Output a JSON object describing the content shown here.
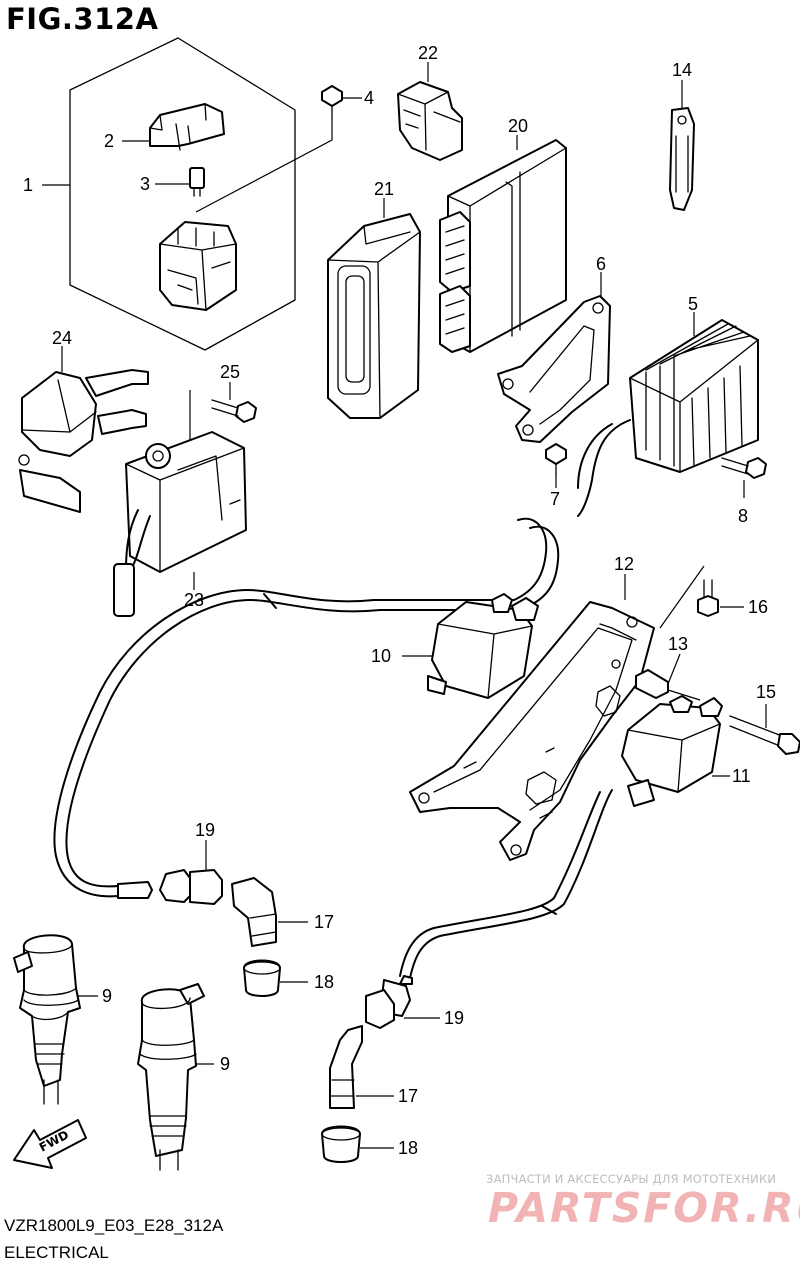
{
  "figure": {
    "title": "FIG.312A",
    "code": "VZR1800L9_E03_E28_312A",
    "description": "ELECTRICAL",
    "direction_label": "FWD"
  },
  "callouts": [
    "1",
    "2",
    "3",
    "4",
    "5",
    "6",
    "7",
    "8",
    "9",
    "9",
    "10",
    "11",
    "12",
    "13",
    "14",
    "15",
    "16",
    "17",
    "17",
    "18",
    "18",
    "19",
    "19",
    "20",
    "21",
    "22",
    "23",
    "24",
    "25"
  ],
  "watermark": {
    "subtitle": "ЗАПЧАСТИ И АКСЕССУАРЫ ДЛЯ МОТОТЕХНИКИ",
    "brand": "PARTSFOR.RU"
  }
}
